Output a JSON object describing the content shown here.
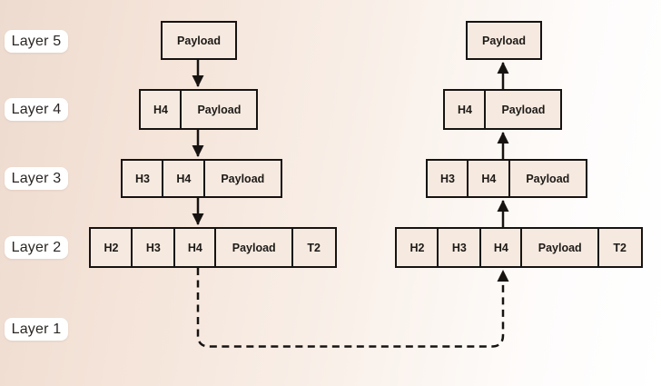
{
  "layers": [
    "Layer 5",
    "Layer 4",
    "Layer 3",
    "Layer 2",
    "Layer 1"
  ],
  "sender": {
    "layer5": [
      "Payload"
    ],
    "layer4": [
      "H4",
      "Payload"
    ],
    "layer3": [
      "H3",
      "H4",
      "Payload"
    ],
    "layer2": [
      "H2",
      "H3",
      "H4",
      "Payload",
      "T2"
    ]
  },
  "receiver": {
    "layer5": [
      "Payload"
    ],
    "layer4": [
      "H4",
      "Payload"
    ],
    "layer3": [
      "H3",
      "H4",
      "Payload"
    ],
    "layer2": [
      "H2",
      "H3",
      "H4",
      "Payload",
      "T2"
    ]
  },
  "colors": {
    "background_left": "#eedbcf",
    "background_right": "#ffffff",
    "box_fill": "#f6eae0",
    "box_border": "#161311",
    "label_pill_bg": "#ffffff",
    "line": "#161311",
    "text": "#1d1a17"
  }
}
